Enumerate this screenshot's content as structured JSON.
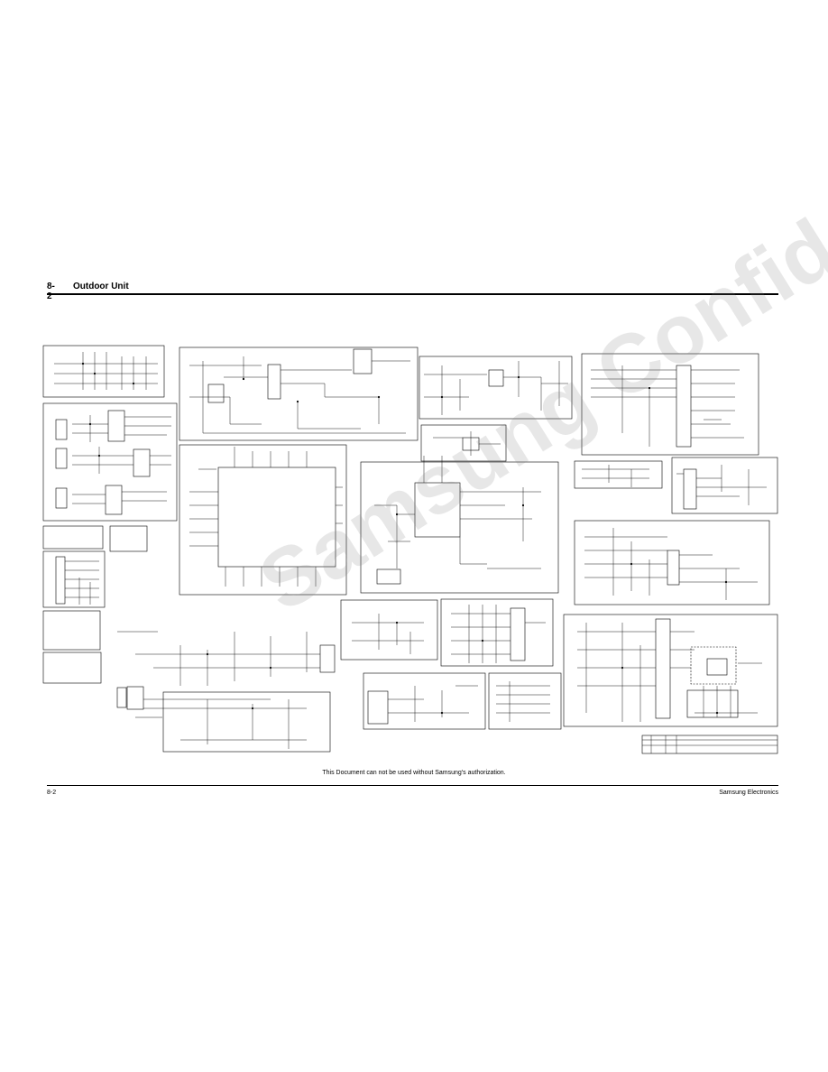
{
  "header": {
    "section_number": "8-2",
    "section_title": "Outdoor Unit"
  },
  "watermark": {
    "text": "Samsung Confidential",
    "color": "#787878"
  },
  "footer": {
    "notice": "This Document can not be used without Samsung's authorization.",
    "page_number": "8-2",
    "company": "Samsung Electronics"
  },
  "colors": {
    "ink": "#000000",
    "paper": "#ffffff"
  }
}
